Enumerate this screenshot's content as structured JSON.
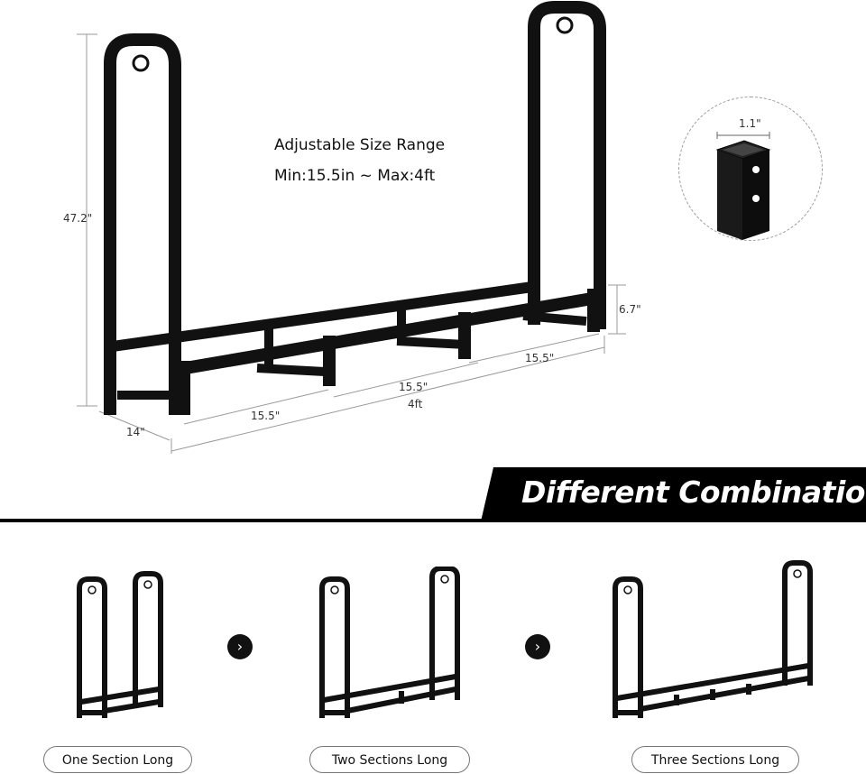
{
  "main_product": {
    "feature_title": "Adjustable Size Range",
    "feature_range": "Min:15.5in ~ Max:4ft",
    "dimensions": {
      "height": "47.2\"",
      "depth": "14\"",
      "section_1": "15.5\"",
      "section_2": "15.5\"",
      "section_3": "15.5\"",
      "total_length": "4ft",
      "base_height": "6.7\"",
      "tube_width": "1.1\""
    }
  },
  "combinations": {
    "banner_title": "Different Combinations",
    "items": [
      {
        "label": "One Section Long"
      },
      {
        "label": "Two Sections Long"
      },
      {
        "label": "Three Sections Long"
      }
    ],
    "arrow_icon": "chevron-right-icon"
  },
  "colors": {
    "rack": "#111111",
    "banner": "#000000",
    "banner_text": "#ffffff"
  }
}
